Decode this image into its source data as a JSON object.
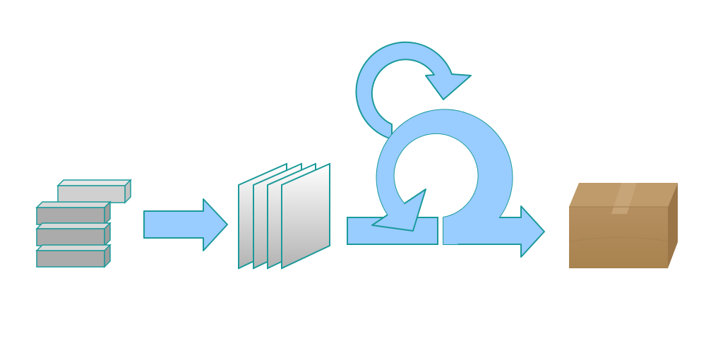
{
  "diagram": {
    "type": "process-flow",
    "stages": [
      {
        "id": "product-backlog",
        "icon": "stacked-blocks-icon"
      },
      {
        "id": "sprint-backlog",
        "icon": "stacked-sheets-icon"
      },
      {
        "id": "sprint",
        "icon": "iteration-loop-icon"
      },
      {
        "id": "daily-iteration",
        "icon": "small-loop-icon"
      },
      {
        "id": "increment",
        "icon": "cardboard-box-icon"
      }
    ],
    "flow": [
      [
        "product-backlog",
        "sprint-backlog"
      ],
      [
        "sprint-backlog",
        "sprint"
      ],
      [
        "sprint",
        "increment"
      ]
    ]
  },
  "colors": {
    "arrow_fill": "#99ccff",
    "arrow_stroke": "#1a9a9a",
    "block_light": "#d9d9d9",
    "block_dark": "#a8a8a8",
    "sheet_top": "#ffffff",
    "sheet_bottom": "#b3b3b3",
    "box_front": "#b08a5c",
    "box_side": "#9a7548",
    "box_top": "#bf9a6a",
    "box_tape": "#c9a77a",
    "background": "#ffffff"
  }
}
